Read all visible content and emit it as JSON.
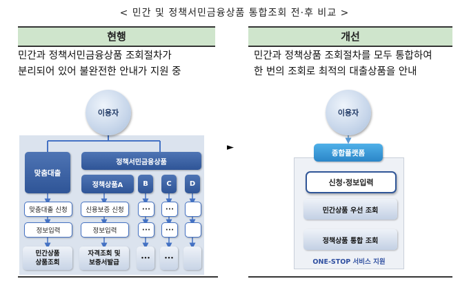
{
  "title": "< 민간 및 정책서민금융상품 통합조회 전·후 비교 >",
  "left": {
    "header": "현행",
    "description_line1": "민간과 정책서민금융상품 조회절차가",
    "description_line2": "분리되어 있어 불완전한 안내가 지원 중",
    "user": "이용자",
    "custom_loan": "맞춤대출",
    "policy_products": "정책서민금융상품",
    "policy_a": "정책상품A",
    "b": "B",
    "c": "C",
    "d": "D",
    "custom_apply": "맞춤대출 신청",
    "credit_guarantee_apply": "신용보증 신청",
    "info_input_1": "정보입력",
    "info_input_2": "정보입력",
    "private_query_line1": "민간상품",
    "private_query_line2": "상품조회",
    "qualification_line1": "자격조회 및",
    "qualification_line2": "보증서발급",
    "ellipsis": "•••"
  },
  "arrow": "►",
  "right": {
    "header": "개선",
    "description_line1": "민간과 정책상품 조회절차를 모두 통합하여",
    "description_line2": "한 번의 조회로 최적의 대출상품을 안내",
    "user": "이용자",
    "platform": "종합플랫폼",
    "apply_input": "신청·정보입력",
    "private_first": "민간상품 우선 조회",
    "policy_integrated": "정책상품 통합 조회",
    "one_stop": "ONE-STOP 서비스 지원"
  },
  "colors": {
    "header_bg": "#cfe5cc",
    "dark_blue": "#2f5597",
    "mid_blue": "#4472c4",
    "platform_blue": "#2b86c8",
    "panel_bg": "#dbe3ee"
  }
}
